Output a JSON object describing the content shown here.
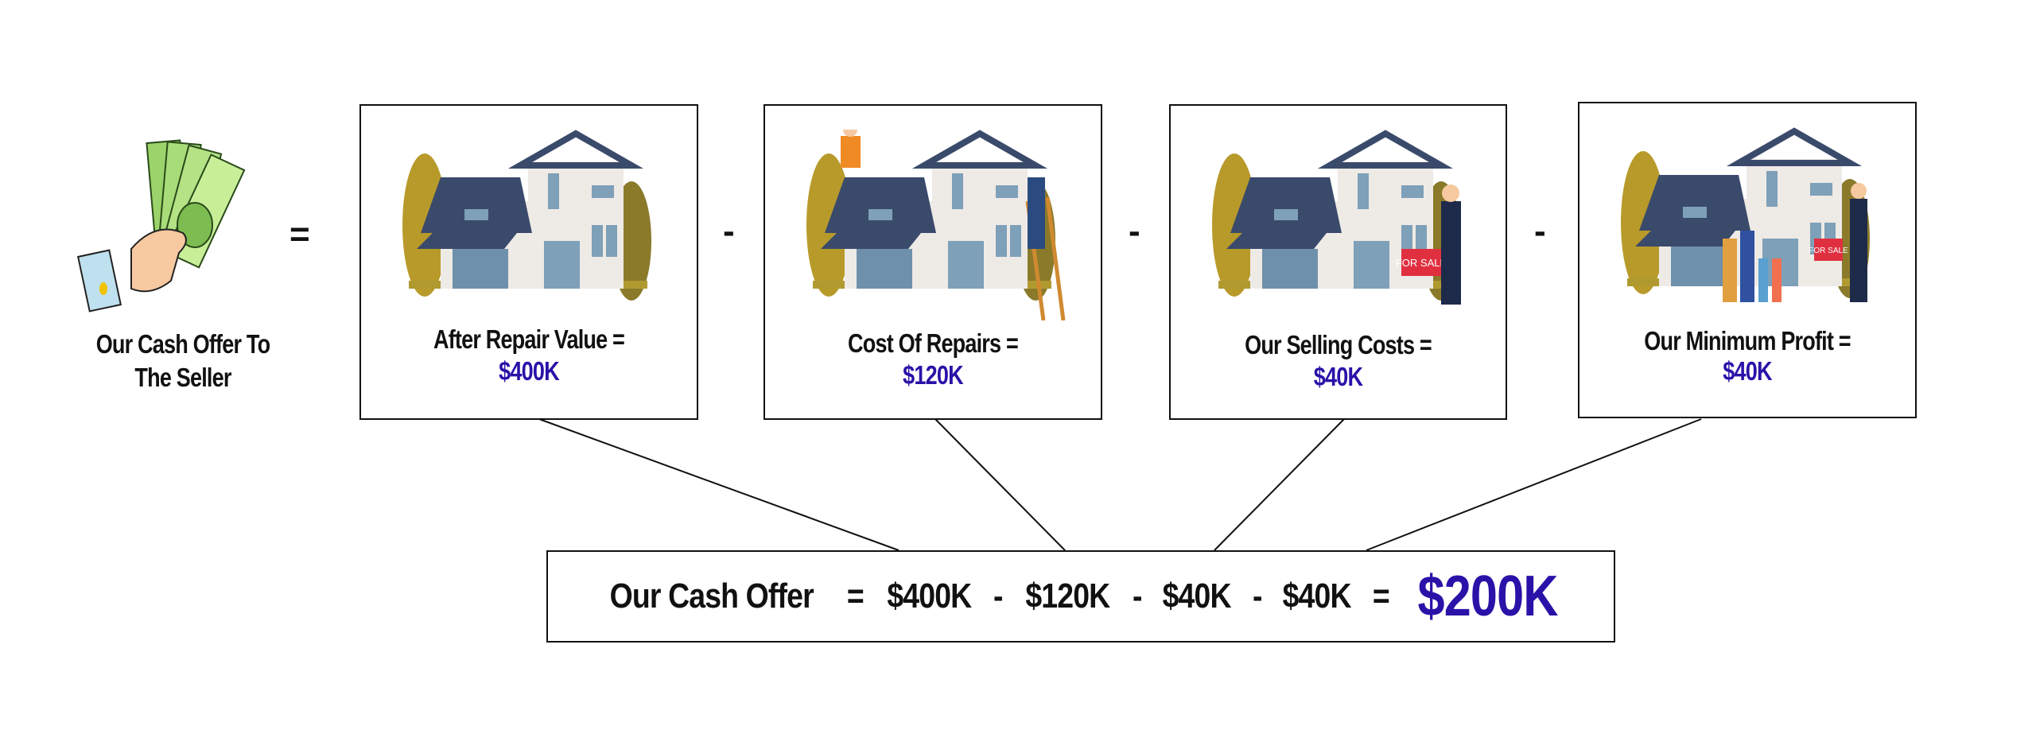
{
  "left": {
    "caption_line1": "Our Cash Offer To",
    "caption_line2": "The Seller",
    "icon": "hand-holding-cash-icon"
  },
  "operators": {
    "equals": "=",
    "minus": "-"
  },
  "boxes": [
    {
      "label": "After Repair Value =",
      "value": "$400K",
      "icon": "house-icon"
    },
    {
      "label": "Cost Of Repairs =",
      "value": "$120K",
      "icon": "house-repair-icon"
    },
    {
      "label": "Our Selling Costs =",
      "value": "$40K",
      "icon": "house-for-sale-icon",
      "sign": "FOR SALE"
    },
    {
      "label": "Our Minimum Profit =",
      "value": "$40K",
      "icon": "house-family-icon",
      "sign": "FOR SALE"
    }
  ],
  "formula": {
    "label": "Our Cash Offer",
    "eq": "=",
    "terms": [
      "$400K",
      "$120K",
      "$40K",
      "$40K"
    ],
    "minus": "-",
    "result": "$200K"
  },
  "colors": {
    "accent": "#2a12a8",
    "roof": "#3a4a6b",
    "wall": "#eeeae6",
    "tree": "#b89a2a",
    "money": "#9bd46a"
  }
}
